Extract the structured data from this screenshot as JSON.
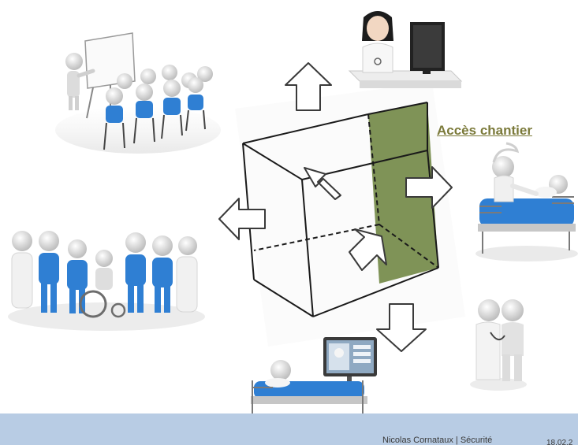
{
  "access_label": "Accès chantier",
  "footer": {
    "author": "Nicolas Cornataux | Sécurité",
    "date": "18.02.2"
  },
  "colors": {
    "cube_face": "#7f9357",
    "label": "#7b7a3a",
    "footer_band": "#b8cce4",
    "figure_body": "#e6e6e6",
    "scrubs": "#2f7fd3"
  },
  "illustrations": [
    "training-audience-icon",
    "receptionist-computer-icon",
    "nurse-patient-bed-icon",
    "medical-team-group-icon",
    "doctor-consultation-icon",
    "patient-bed-monitor-icon"
  ]
}
